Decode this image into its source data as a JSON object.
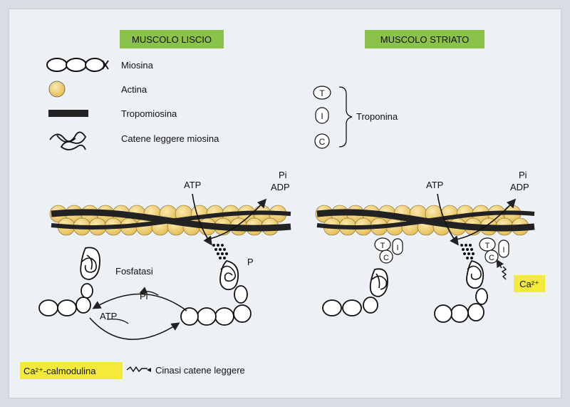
{
  "colors": {
    "panel_bg": "#edf0f4",
    "header_green": "#8bc34a",
    "highlight_yellow": "#f4ea3a",
    "actin_yellow": "#f2d27a",
    "tropomyosin": "#222222"
  },
  "headers": {
    "smooth": "MUSCOLO LISCIO",
    "striated": "MUSCOLO STRIATO"
  },
  "legend": {
    "myosin": "Miosina",
    "actin": "Actina",
    "tropomyosin": "Tropomiosina",
    "light_chains": "Catene leggere miosina"
  },
  "troponin": {
    "t": "T",
    "i": "I",
    "c": "C",
    "label": "Troponina"
  },
  "smooth_diagram": {
    "atp": "ATP",
    "pi": "Pi",
    "adp": "ADP",
    "p": "P",
    "phosphatase": "Fosfatasi",
    "cycle_pi": "Pi",
    "cycle_atp": "ATP"
  },
  "striated_diagram": {
    "atp": "ATP",
    "pi": "Pi",
    "adp": "ADP",
    "calcium": "Ca²⁺"
  },
  "footer": {
    "calmodulin": "Ca²⁺-calmodulina",
    "kinase": "Cinasi catene leggere"
  }
}
